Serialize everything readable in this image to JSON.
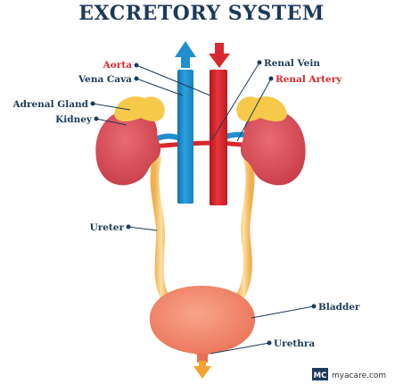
{
  "title": "EXCRETORY SYSTEM",
  "labels": {
    "aorta": "Aorta",
    "vena_cava": "Vena Cava",
    "adrenal_gland": "Adrenal Gland",
    "kidney": "Kidney",
    "renal_vein": "Renal Vein",
    "renal_artery": "Renal Artery",
    "ureter": "Ureter",
    "bladder": "Bladder",
    "urethra": "Urethra"
  },
  "brand": {
    "logo_text": "MC",
    "site": "myacare.com"
  },
  "colors": {
    "title": "#1d3a5c",
    "label_blue": "#1d3a5c",
    "label_red": "#d9282f",
    "artery_red": "#d9282f",
    "vein_blue": "#1f8fd0",
    "kidney": "#d94d57",
    "adrenal": "#f6c94a",
    "ureter": "#f4c46c",
    "bladder": "#f08367",
    "urine_arrow": "#f2a531"
  }
}
